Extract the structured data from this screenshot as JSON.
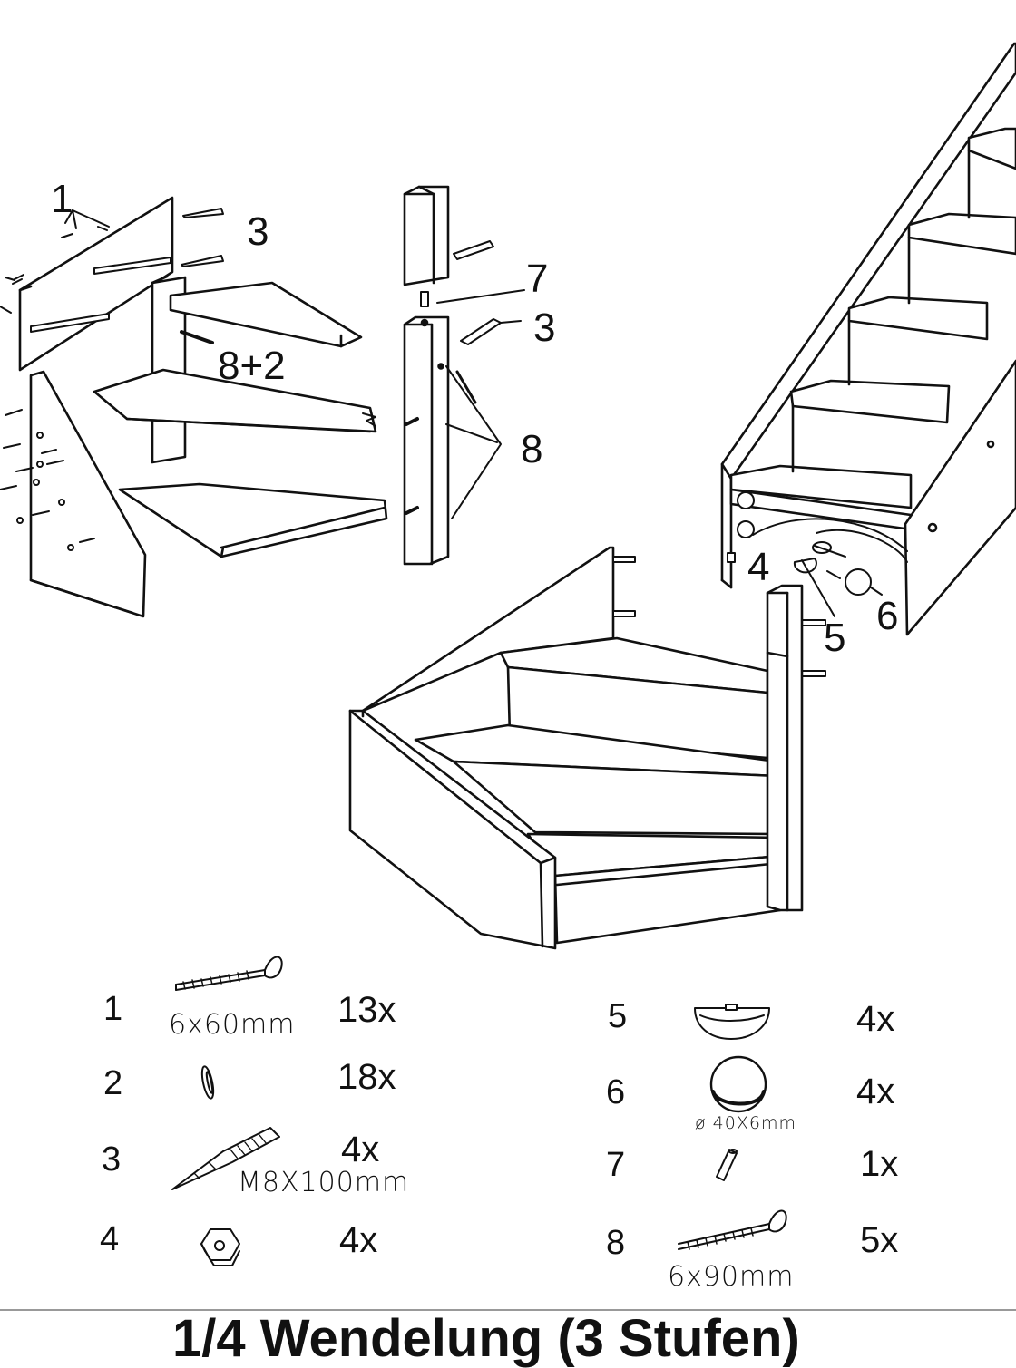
{
  "diagram": {
    "callouts": {
      "c1": "1",
      "c3a": "3",
      "c8plus2": "8+2",
      "c7": "7",
      "c3b": "3",
      "c8": "8",
      "c4": "4",
      "c5": "5",
      "c6": "6"
    }
  },
  "parts": [
    {
      "number": "1",
      "icon": "screw-icon",
      "size": "6x60mm",
      "qty": "13x"
    },
    {
      "number": "2",
      "icon": "washer-icon",
      "size": "",
      "qty": "18x"
    },
    {
      "number": "3",
      "icon": "threaded-rod-icon",
      "size": "M8X100mm",
      "qty": "4x"
    },
    {
      "number": "4",
      "icon": "nut-icon",
      "size": "",
      "qty": "4x"
    },
    {
      "number": "5",
      "icon": "cap-holder-icon",
      "size": "",
      "qty": "4x"
    },
    {
      "number": "6",
      "icon": "cover-cap-icon",
      "size": "ø 40X6mm",
      "qty": "4x"
    },
    {
      "number": "7",
      "icon": "dowel-icon",
      "size": "",
      "qty": "1x"
    },
    {
      "number": "8",
      "icon": "long-screw-icon",
      "size": "6x90mm",
      "qty": "5x"
    }
  ],
  "footer": {
    "title": "1/4 Wendelung (3 Stufen)"
  }
}
